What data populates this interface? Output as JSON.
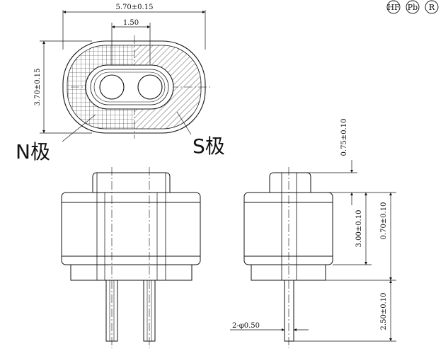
{
  "marks": [
    "HF",
    "Pb",
    "R"
  ],
  "top_view": {
    "width_dim": "5.70±0.15",
    "pitch_dim": "1.50",
    "height_dim": "3.70±0.15",
    "n_label": "N极",
    "s_label": "S极"
  },
  "side_view": {
    "cap_dim": "0.75±0.10",
    "body_dim": "3.00±0.10",
    "base_dim": "0.70±0.10",
    "pin_length_dim": "2.50±0.10",
    "pin_diameter_dim": "2-φ0.50"
  }
}
